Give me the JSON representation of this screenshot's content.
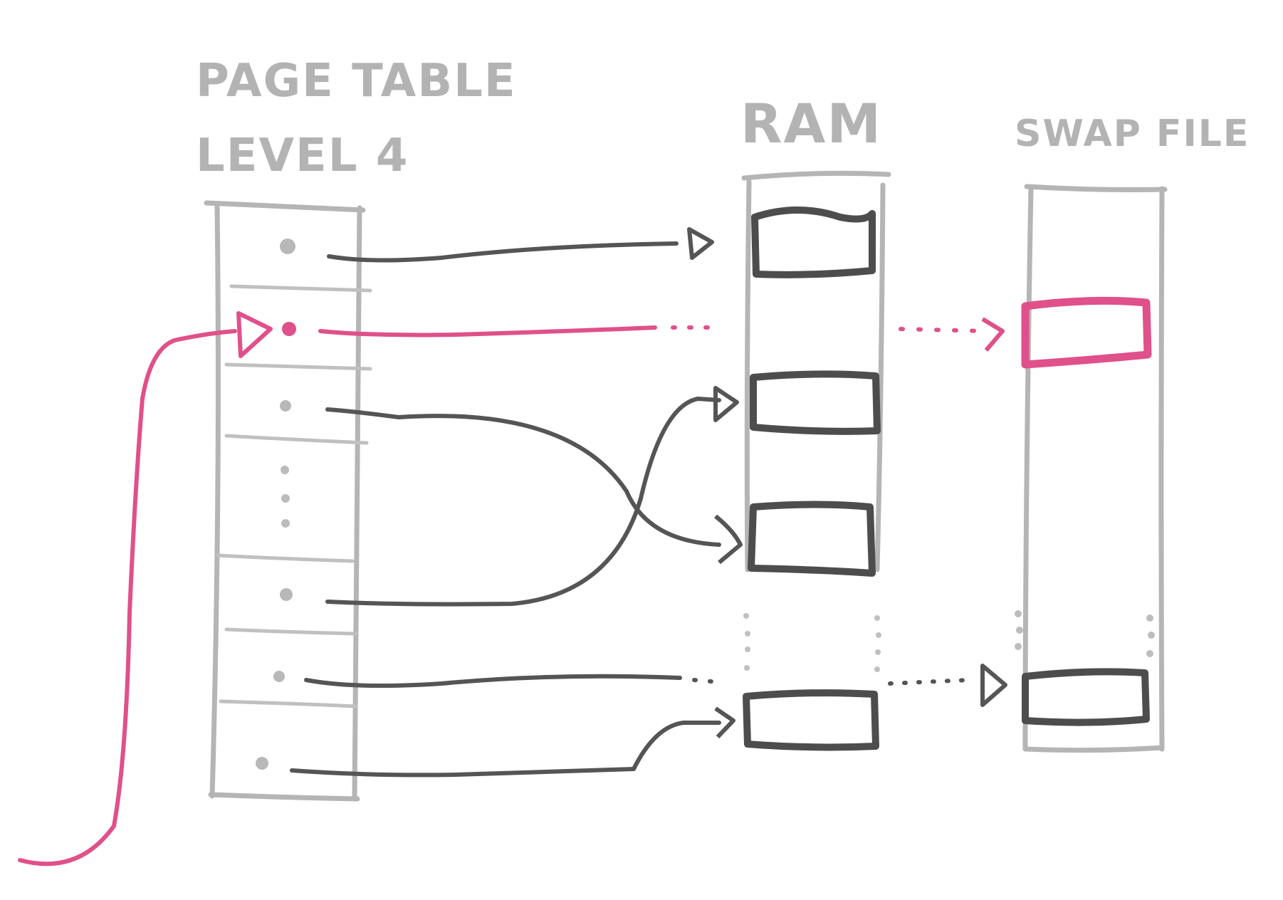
{
  "page_table": {
    "title_line1": "PAGE TABLE",
    "title_line2": "LEVEL 4"
  },
  "ram": {
    "title": "RAM"
  },
  "swap": {
    "title": "SWAP FILE"
  },
  "colors": {
    "structure": "#b5b5b5",
    "mapping": "#555555",
    "highlight": "#e0508a"
  }
}
